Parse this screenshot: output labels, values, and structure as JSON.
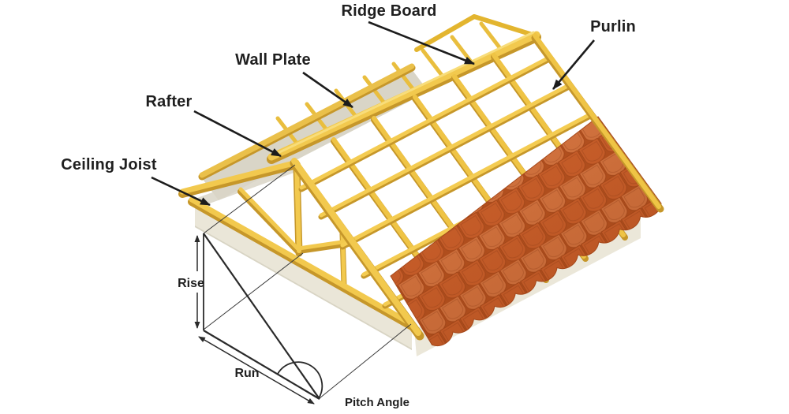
{
  "figure": {
    "type": "roof-framing-anatomy-diagram",
    "callout_labels": {
      "ridge_board": "Ridge Board",
      "purlin": "Purlin",
      "wall_plate": "Wall Plate",
      "rafter": "Rafter",
      "ceiling_joist": "Ceiling Joist"
    },
    "pitch_diagram_labels": {
      "rise": "Rise",
      "run": "Run",
      "pitch_angle": "Pitch Angle"
    },
    "colors": {
      "wood_top": "#F2C94E",
      "wood_light": "#F8DD7A",
      "wood_shadow": "#C6972A",
      "tile_body": "#D06430",
      "tile_light": "#D47440",
      "tile_dark": "#B04D1E",
      "wall_band": "#EAE6D8",
      "shadow_band": "#D9D5C7",
      "line_black": "#222222",
      "background": "#FFFFFF"
    }
  }
}
